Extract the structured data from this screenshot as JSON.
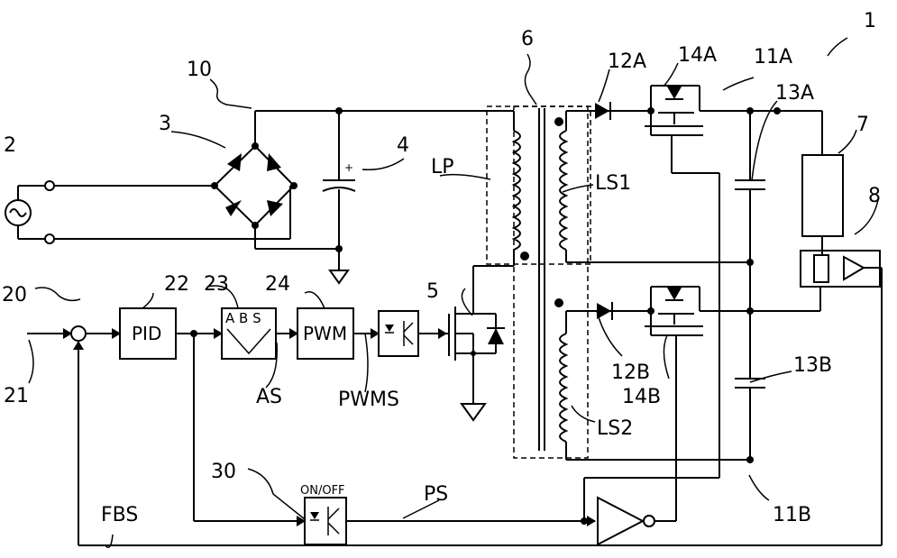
{
  "labels": {
    "ref_1": "1",
    "ref_2": "2",
    "ref_3": "3",
    "ref_4": "4",
    "ref_5": "5",
    "ref_6": "6",
    "ref_7": "7",
    "ref_8": "8",
    "ref_10": "10",
    "ref_11A": "11A",
    "ref_11B": "11B",
    "ref_12A": "12A",
    "ref_12B": "12B",
    "ref_13A": "13A",
    "ref_13B": "13B",
    "ref_14A": "14A",
    "ref_14B": "14B",
    "ref_20": "20",
    "ref_21": "21",
    "ref_22": "22",
    "ref_23": "23",
    "ref_24": "24",
    "ref_30": "30",
    "LP": "LP",
    "LS1": "LS1",
    "LS2": "LS2",
    "AS": "AS",
    "PWMS": "PWMS",
    "PS": "PS",
    "FBS": "FBS"
  },
  "blocks": {
    "pid": "PID",
    "abs": "A B S",
    "pwm": "PWM",
    "onoff": "ON/OFF"
  },
  "colors": {
    "line": "#000000",
    "background": "#ffffff"
  }
}
